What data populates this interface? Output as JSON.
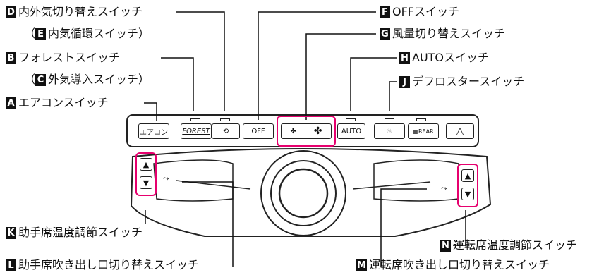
{
  "labels": {
    "D": {
      "badge": "D",
      "text": "内外気切り替えスイッチ"
    },
    "E": {
      "prefix": "（",
      "badge": "E",
      "text": "内気循環スイッチ）"
    },
    "B": {
      "badge": "B",
      "text": "フォレストスイッチ"
    },
    "C": {
      "prefix": "（",
      "badge": "C",
      "text": "外気導入スイッチ）"
    },
    "A": {
      "badge": "A",
      "text": "エアコンスイッチ"
    },
    "F": {
      "badge": "F",
      "text": "OFFスイッチ"
    },
    "G": {
      "badge": "G",
      "text": "風量切り替えスイッチ"
    },
    "H": {
      "badge": "H",
      "text": "AUTOスイッチ"
    },
    "J": {
      "badge": "J",
      "text": "デフロスタースイッチ"
    },
    "K": {
      "badge": "K",
      "text": "助手席温度調節スイッチ"
    },
    "L": {
      "badge": "L",
      "text": "助手席吹き出し口切り替えスイッチ"
    },
    "M": {
      "badge": "M",
      "text": "運転席吹き出し口切り替えスイッチ"
    },
    "N": {
      "badge": "N",
      "text": "運転席温度調節スイッチ"
    }
  },
  "buttons": {
    "aircon": "エアコン",
    "forest": "FOREST",
    "off": "OFF",
    "auto": "AUTO",
    "rear": "REAR",
    "up": "▲",
    "down": "▼",
    "hazard": "△"
  },
  "colors": {
    "highlight": "#e6006e",
    "line": "#111111"
  }
}
